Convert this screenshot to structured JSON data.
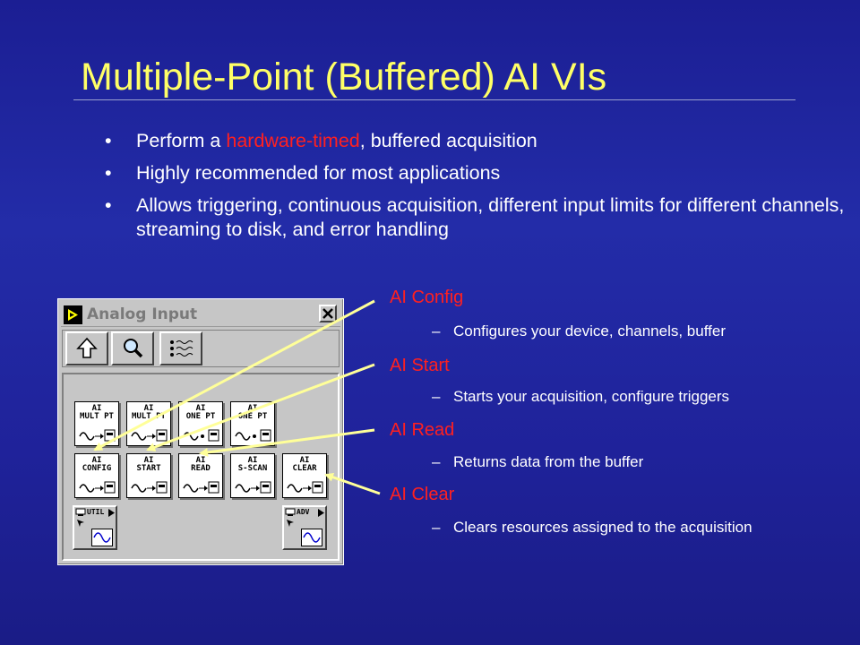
{
  "slide": {
    "title": "Multiple-Point (Buffered) AI VIs",
    "bullets": [
      {
        "before": "Perform a ",
        "highlight": "hardware-timed",
        "after": ", buffered acquisition"
      },
      {
        "before": "Highly recommended for most applications",
        "highlight": "",
        "after": ""
      },
      {
        "before": "Allows triggering, continuous acquisition, different input limits for different channels, streaming to disk, and error handling",
        "highlight": "",
        "after": ""
      }
    ],
    "bullet_glyph": "•"
  },
  "palette": {
    "title": "Analog Input",
    "icons": {
      "up": "up-arrow-icon",
      "search": "magnifier-icon",
      "options": "options-icon",
      "close": "close-icon"
    },
    "row1": [
      {
        "label": "AI\nMULT PT"
      },
      {
        "label": "AI\nMULT PT"
      },
      {
        "label": "AI\nONE PT"
      },
      {
        "label": "AI\nONE PT"
      }
    ],
    "row2": [
      {
        "label": "AI\nCONFIG"
      },
      {
        "label": "AI\nSTART"
      },
      {
        "label": "AI\nREAD"
      },
      {
        "label": "AI\nS-SCAN"
      },
      {
        "label": "AI\nCLEAR"
      }
    ],
    "subpalettes": [
      {
        "label": "UTIL"
      },
      {
        "label": "ADV"
      }
    ]
  },
  "vis": [
    {
      "name": "AI Config",
      "desc": "Configures your device, channels, buffer"
    },
    {
      "name": "AI Start",
      "desc": "Starts your acquisition, configure triggers"
    },
    {
      "name": "AI Read",
      "desc": "Returns data from the buffer"
    },
    {
      "name": "AI Clear",
      "desc": "Clears resources assigned to the acquisition"
    }
  ],
  "dash": "–",
  "colors": {
    "title": "#ffff66",
    "highlight": "#ff2020",
    "arrow": "#ffff99",
    "background": "#1f229a"
  }
}
